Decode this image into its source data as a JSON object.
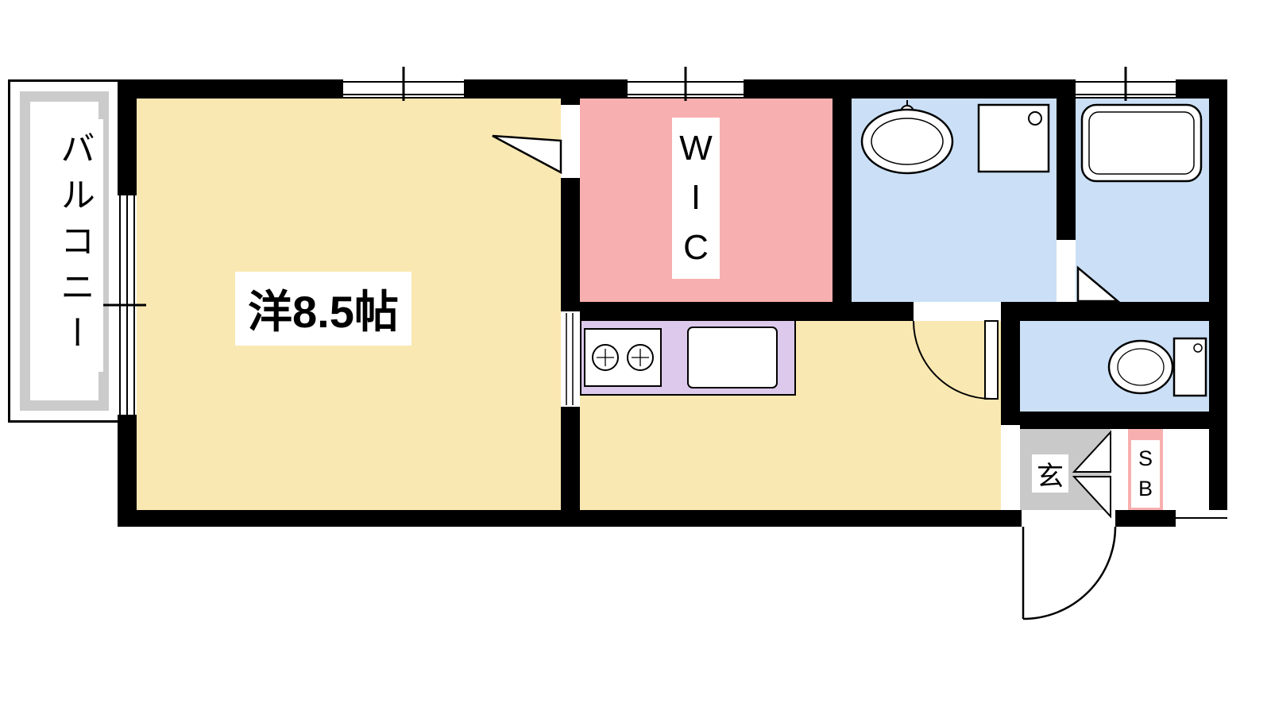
{
  "plan": {
    "name": "apartment-floor-plan",
    "balcony_label": "バルコニー",
    "western_room_label": "洋8.5帖",
    "wic_label": "WIC",
    "entrance_label": "玄",
    "shoe_box_label": "SB"
  },
  "colors": {
    "wall": "#000000",
    "background": "#FFFFFF",
    "room_cream": "#FAE8B2",
    "room_pink": "#F8AFAF",
    "room_blue": "#CBE0F6",
    "kitchen_counter": "#DCC9EB",
    "entrance_gray": "#C9C9C9",
    "balcony_gray": "#CBCBCB"
  },
  "fixtures": [
    {
      "name": "sink-icon",
      "room": "washroom"
    },
    {
      "name": "washing-machine-pan-icon",
      "room": "washroom"
    },
    {
      "name": "bathtub-icon",
      "room": "bathroom"
    },
    {
      "name": "stove-burners-icon",
      "room": "kitchen"
    },
    {
      "name": "kitchen-sink-icon",
      "room": "kitchen"
    },
    {
      "name": "toilet-icon",
      "room": "toilet"
    }
  ]
}
